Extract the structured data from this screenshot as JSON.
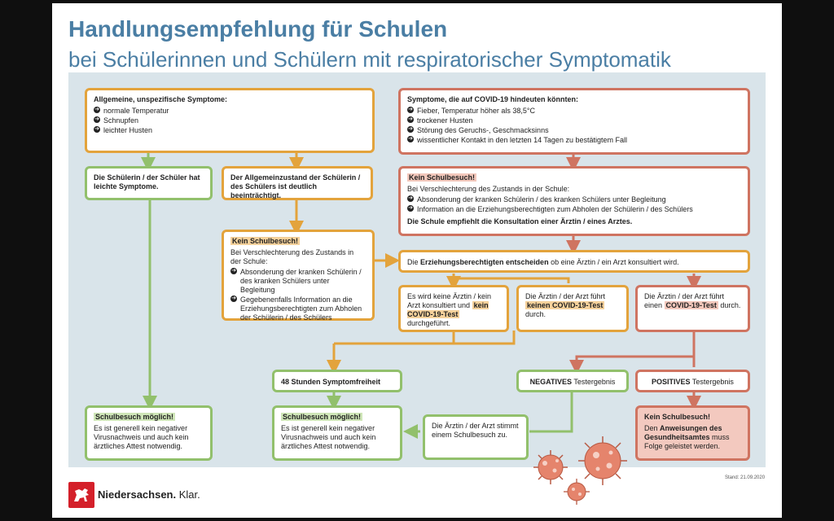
{
  "title": {
    "line1": "Handlungsempfehlung für Schulen",
    "line2": "bei Schülerinnen und Schülern mit respiratorischer Symptomatik"
  },
  "box_general": {
    "heading": "Allgemeine, unspezifische Symptome:",
    "items": [
      "normale Temperatur",
      "Schnupfen",
      "leichter Husten"
    ]
  },
  "box_covid": {
    "heading": "Symptome, die auf COVID-19 hindeuten könnten:",
    "items": [
      "Fieber, Temperatur höher als 38,5°C",
      "trockener Husten",
      "Störung des Geruchs-, Geschmacksinns",
      "wissentlicher Kontakt in den letzten 14 Tagen zu bestätigtem Fall"
    ]
  },
  "box_light": {
    "text": "Die Schülerin / der Schüler hat leichte Symptome."
  },
  "box_impaired": {
    "text": "Der Allgemeinzustand der Schülerin / des Schülers ist deutlich beeinträchtigt."
  },
  "box_no_visit_left": {
    "badge": "Kein Schulbesuch!",
    "intro": "Bei Verschlechterung des Zustands in der Schule:",
    "items": [
      "Absonderung der kranken Schülerin / des kranken Schülers unter Begleitung",
      "Gegebenenfalls Information an die Erziehungsberechtigten zum Abholen der Schülerin / des Schülers"
    ]
  },
  "box_no_visit_right": {
    "badge": "Kein Schulbesuch!",
    "intro": "Bei Verschlechterung des Zustands in der Schule:",
    "items": [
      "Absonderung der kranken Schülerin / des kranken Schülers unter Begleitung",
      "Information an die Erziehungsberechtigten zum Abholen der Schülerin / des Schülers"
    ],
    "note": "Die Schule empfiehlt die Konsultation einer Ärztin / eines Arztes."
  },
  "box_parents": {
    "pre": "Die",
    "bold": "Erziehungsberechtigten entscheiden",
    "post": "ob eine Ärztin / ein Arzt konsultiert wird."
  },
  "box_opt1": {
    "pre": "Es wird keine Ärztin / kein Arzt konsultiert und",
    "hl": "kein COVID-19-Test",
    "post": "durchgeführt."
  },
  "box_opt2": {
    "pre": "Die Ärztin / der Arzt führt",
    "hl": "keinen COVID-19-Test",
    "post": "durch."
  },
  "box_opt3": {
    "pre": "Die Ärztin / der Arzt führt einen",
    "hl": "COVID-19-Test",
    "post": "durch."
  },
  "box_48h": {
    "text": "48 Stunden Symptomfreiheit"
  },
  "box_negative": {
    "bold": "NEGATIVES",
    "rest": "Testergebnis"
  },
  "box_positive": {
    "bold": "POSITIVES",
    "rest": "Testergebnis"
  },
  "box_allowed_left": {
    "badge": "Schulbesuch möglich!",
    "text": "Es ist generell kein negativer Virusnachweis und auch kein ärztliches Attest notwendig."
  },
  "box_allowed_mid": {
    "badge": "Schulbesuch möglich!",
    "text": "Es ist generell kein negativer Virusnachweis und auch kein ärztliches Attest notwendig."
  },
  "box_doctor_agrees": {
    "text": "Die Ärztin / der Arzt stimmt einem Schulbesuch zu."
  },
  "box_no_visit_pos": {
    "badge": "Kein Schulbesuch!",
    "pre": "Den",
    "bold": "Anweisungen des Gesundheitsamtes",
    "post": "muss Folge geleistet werden."
  },
  "footer": {
    "brand": "Niedersachsen.",
    "tagline": "Klar.",
    "date": "Stand: 21.09.2020"
  },
  "colors": {
    "orange": "#e3a33c",
    "red": "#cf7461",
    "green": "#92c06c",
    "title": "#4a7ea4",
    "panel": "#d9e4ea"
  }
}
